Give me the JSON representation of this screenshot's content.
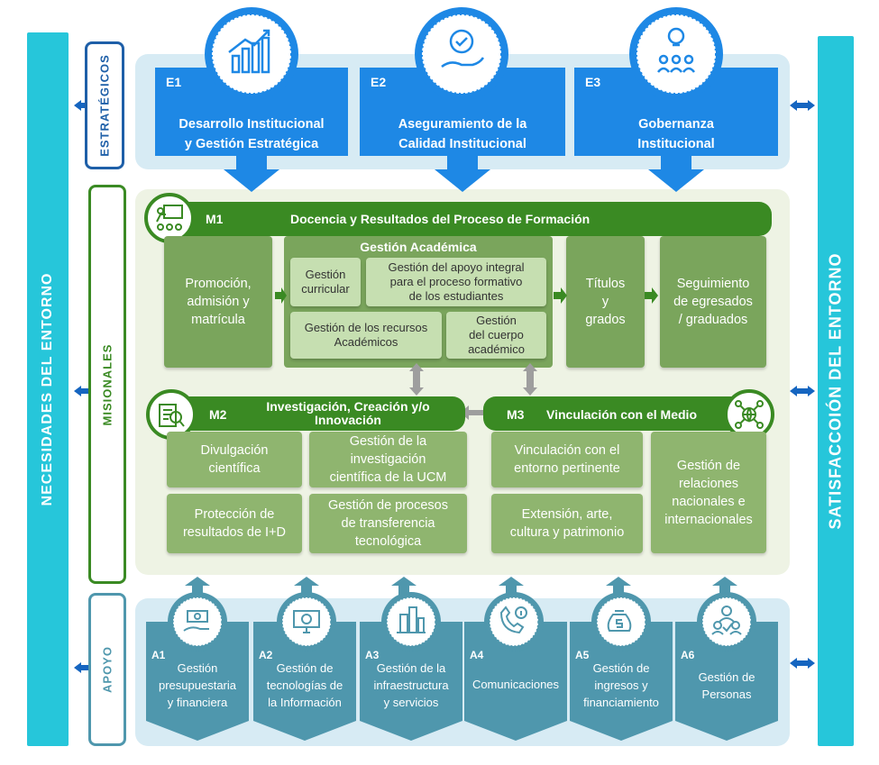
{
  "left_bar": {
    "label": "NECESIDADES DEL ENTORNO"
  },
  "right_bar": {
    "label": "SATISFACCOIÓN DEL ENTORNO"
  },
  "sections": {
    "strategic": "ESTRATÉGICOS",
    "mission": "MISIONALES",
    "support": "APOYO"
  },
  "strategic": [
    {
      "code": "E1",
      "title": "Desarrollo Institucional\ny Gestión Estratégica",
      "icon": "growth-chart-icon"
    },
    {
      "code": "E2",
      "title": "Aseguramiento de la\nCalidad Institucional",
      "icon": "quality-hand-icon"
    },
    {
      "code": "E3",
      "title": "Gobernanza\nInstitucional",
      "icon": "lightbulb-team-icon"
    }
  ],
  "m1": {
    "code": "M1",
    "title": "Docencia y Resultados del Proceso de Formación",
    "promotion": "Promoción,\nadmisión y\nmatrícula",
    "academic_title": "Gestión Académica",
    "curricular": "Gestión\ncurricular",
    "integral": "Gestión del apoyo integral\npara el proceso formativo\nde los estudiantes",
    "resources": "Gestión de los recursos\nAcadémicos",
    "faculty": "Gestión\ndel cuerpo\nacadémico",
    "titles": "Títulos\ny\ngrados",
    "followup": "Seguimiento\nde egresados\n/ graduados"
  },
  "m2": {
    "code": "M2",
    "title": "Investigación, Creación y/o\nInnovación",
    "dissemination": "Divulgación\ncientífica",
    "research": "Gestión de la\ninvestigación\ncientífica de la UCM",
    "protection": "Protección de\nresultados de I+D",
    "transfer": "Gestión de procesos\nde transferencia\ntecnológica"
  },
  "m3": {
    "code": "M3",
    "title": "Vinculación con el Medio",
    "relevant": "Vinculación con el\nentorno pertinente",
    "extension": "Extensión, arte,\ncultura y patrimonio",
    "relations": "Gestión de\nrelaciones\nnacionales e\ninternacionales"
  },
  "support": [
    {
      "code": "A1",
      "title": "Gestión\npresupuestaria\ny financiera",
      "icon": "money-hand-icon"
    },
    {
      "code": "A2",
      "title": "Gestión de\ntecnologías de\nla Información",
      "icon": "computer-network-icon"
    },
    {
      "code": "A3",
      "title": "Gestión de la\ninfraestructura\ny servicios",
      "icon": "buildings-icon"
    },
    {
      "code": "A4",
      "title": "Comunicaciones",
      "icon": "phone-info-icon"
    },
    {
      "code": "A5",
      "title": "Gestión de\ningresos y\nfinanciamiento",
      "icon": "money-bag-icon"
    },
    {
      "code": "A6",
      "title": "Gestión de\nPersonas",
      "icon": "people-check-icon"
    }
  ],
  "colors": {
    "blue": "#1e88e5",
    "cyan": "#26c6da",
    "green": "#3a8a23",
    "olive": "#7aa55c",
    "teal": "#4f97ad"
  }
}
